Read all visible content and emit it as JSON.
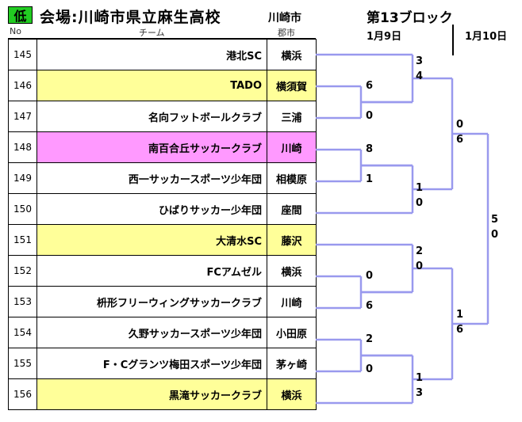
{
  "header": {
    "badge": "低",
    "venue": "会場:川崎市県立麻生高校",
    "city": "川崎市",
    "block": "第13ブロック",
    "date1": "1月9日",
    "date2": "1月10日"
  },
  "columns": {
    "no": "No",
    "team": "チーム",
    "city": "郡市"
  },
  "highlight_colors": {
    "yellow": "#ffff99",
    "pink": "#ff99ff"
  },
  "bracket_color": "#9999ee",
  "teams": [
    {
      "no": "145",
      "name": "港北SC",
      "city": "横浜",
      "highlight": "none"
    },
    {
      "no": "146",
      "name": "TADO",
      "city": "横須賀",
      "highlight": "yellow"
    },
    {
      "no": "147",
      "name": "名向フットボールクラブ",
      "city": "三浦",
      "highlight": "none"
    },
    {
      "no": "148",
      "name": "南百合丘サッカークラブ",
      "city": "川崎",
      "highlight": "pink"
    },
    {
      "no": "149",
      "name": "西一サッカースポーツ少年団",
      "city": "相模原",
      "highlight": "none"
    },
    {
      "no": "150",
      "name": "ひばりサッカー少年団",
      "city": "座間",
      "highlight": "none"
    },
    {
      "no": "151",
      "name": "大清水SC",
      "city": "藤沢",
      "highlight": "yellow"
    },
    {
      "no": "152",
      "name": "FCアムゼル",
      "city": "横浜",
      "highlight": "none"
    },
    {
      "no": "153",
      "name": "枡形フリーウィングサッカークラブ",
      "city": "川崎",
      "highlight": "none"
    },
    {
      "no": "154",
      "name": "久野サッカースポーツ少年団",
      "city": "小田原",
      "highlight": "none"
    },
    {
      "no": "155",
      "name": "F・Cグランツ梅田スポーツ少年団",
      "city": "茅ヶ崎",
      "highlight": "none"
    },
    {
      "no": "156",
      "name": "黒滝サッカークラブ",
      "city": "横浜",
      "highlight": "yellow"
    }
  ],
  "matches": [
    {
      "id": "m146-147",
      "top": "6",
      "bottom": "0"
    },
    {
      "id": "m148-149",
      "top": "8",
      "bottom": "1"
    },
    {
      "id": "m152-153",
      "top": "0",
      "bottom": "6"
    },
    {
      "id": "m154-155",
      "top": "2",
      "bottom": "0"
    },
    {
      "id": "m145-w1",
      "top": "3",
      "bottom": "4"
    },
    {
      "id": "mw2-150",
      "top": "1",
      "bottom": "0"
    },
    {
      "id": "m151-w3",
      "top": "2",
      "bottom": "0"
    },
    {
      "id": "mw4-156",
      "top": "1",
      "bottom": "3"
    },
    {
      "id": "mq1",
      "top": "0",
      "bottom": "6"
    },
    {
      "id": "mq2",
      "top": "1",
      "bottom": "6"
    },
    {
      "id": "mfinal",
      "top": "5",
      "bottom": "0"
    }
  ]
}
